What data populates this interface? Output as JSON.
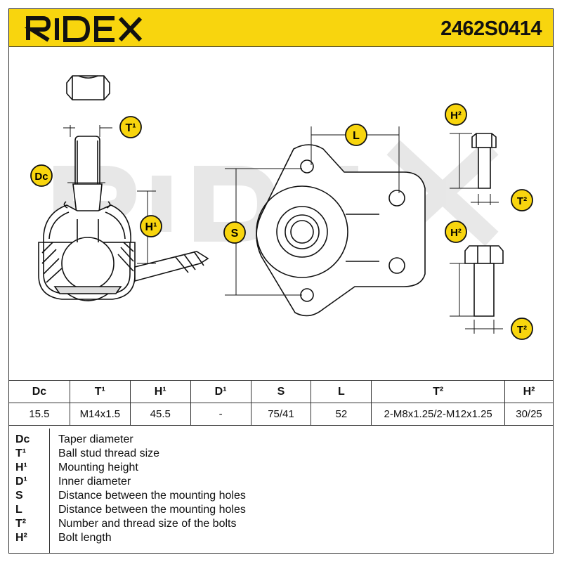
{
  "header": {
    "brand": "RIDEX",
    "part_number": "2462S0414",
    "accent_color": "#f8d50e"
  },
  "labels": {
    "dc": "Dc",
    "t1": "T¹",
    "h1": "H¹",
    "s": "S",
    "l": "L",
    "h2": "H²",
    "t2": "T²"
  },
  "table": {
    "headers": [
      "Dc",
      "T¹",
      "H¹",
      "D¹",
      "S",
      "L",
      "T²",
      "H²"
    ],
    "values": [
      "15.5",
      "M14x1.5",
      "45.5",
      "-",
      "75/41",
      "52",
      "2-M8x1.25/2-M12x1.25",
      "30/25"
    ]
  },
  "legend": [
    {
      "symbol": "Dc",
      "description": "Taper diameter"
    },
    {
      "symbol": "T¹",
      "description": "Ball stud thread size"
    },
    {
      "symbol": "H¹",
      "description": "Mounting height"
    },
    {
      "symbol": "D¹",
      "description": "Inner diameter"
    },
    {
      "symbol": "S",
      "description": "Distance between the mounting holes"
    },
    {
      "symbol": "L",
      "description": "Distance between the mounting holes"
    },
    {
      "symbol": "T²",
      "description": "Number and thread size of the bolts"
    },
    {
      "symbol": "H²",
      "description": "Bolt length"
    }
  ]
}
